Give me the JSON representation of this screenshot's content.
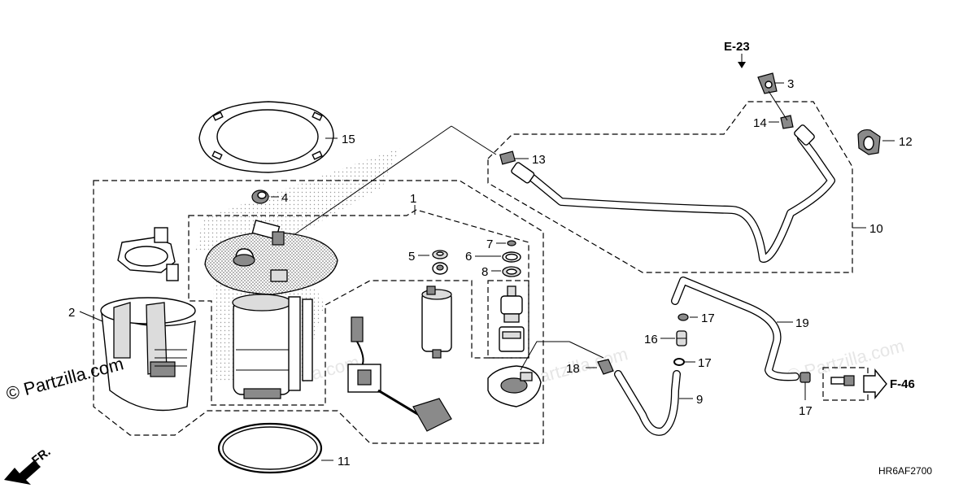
{
  "watermark": "© Partzilla.com",
  "diagram_code": "HR6AF2700",
  "front_marker": "FR.",
  "references": {
    "e23": "E-23",
    "f46": "F-46"
  },
  "callouts": {
    "c1": "1",
    "c2": "2",
    "c3": "3",
    "c4": "4",
    "c5": "5",
    "c6": "6",
    "c7": "7",
    "c8": "8",
    "c9": "9",
    "c10": "10",
    "c11": "11",
    "c12": "12",
    "c13": "13",
    "c14": "14",
    "c15": "15",
    "c16": "16",
    "c17a": "17",
    "c17b": "17",
    "c17c": "17",
    "c18": "18",
    "c19": "19"
  }
}
